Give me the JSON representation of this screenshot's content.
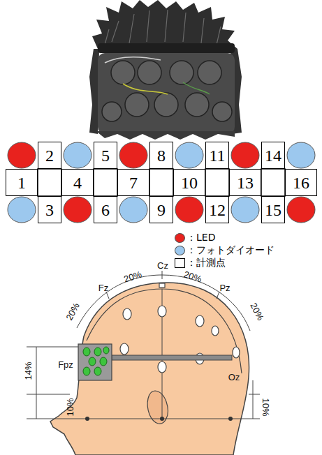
{
  "diagram": {
    "nodes": [
      {
        "text": [
          "1"
        ]
      },
      {
        "text": [
          "2"
        ]
      },
      {
        "text": [
          "3"
        ]
      },
      {
        "text": [
          "4"
        ]
      },
      {
        "text": [
          "5"
        ]
      },
      {
        "text": [
          "6"
        ]
      },
      {
        "text": [
          "7"
        ]
      },
      {
        "text": [
          "8"
        ]
      },
      {
        "text": [
          "9"
        ]
      },
      {
        "text": [
          "10"
        ]
      },
      {
        "text": [
          "11"
        ]
      },
      {
        "text": [
          "12"
        ]
      },
      {
        "text": [
          "13"
        ]
      },
      {
        "text": [
          "14"
        ]
      },
      {
        "text": [
          "15"
        ]
      },
      {
        "text": [
          "16"
        ]
      }
    ],
    "labels": [
      "Cz",
      "Fz",
      "20%",
      "20%",
      "Pz",
      "20%",
      "20%",
      "Fpz",
      "14%",
      "10%",
      "Oz",
      "10%"
    ],
    "legend": [
      {
        "text": "：LED",
        "color": "#e8221e"
      },
      {
        "text": "：フォトダイオード",
        "color": "#9cc8ee"
      },
      {
        "text": "：計測点",
        "color": "#ffffff"
      }
    ]
  }
}
